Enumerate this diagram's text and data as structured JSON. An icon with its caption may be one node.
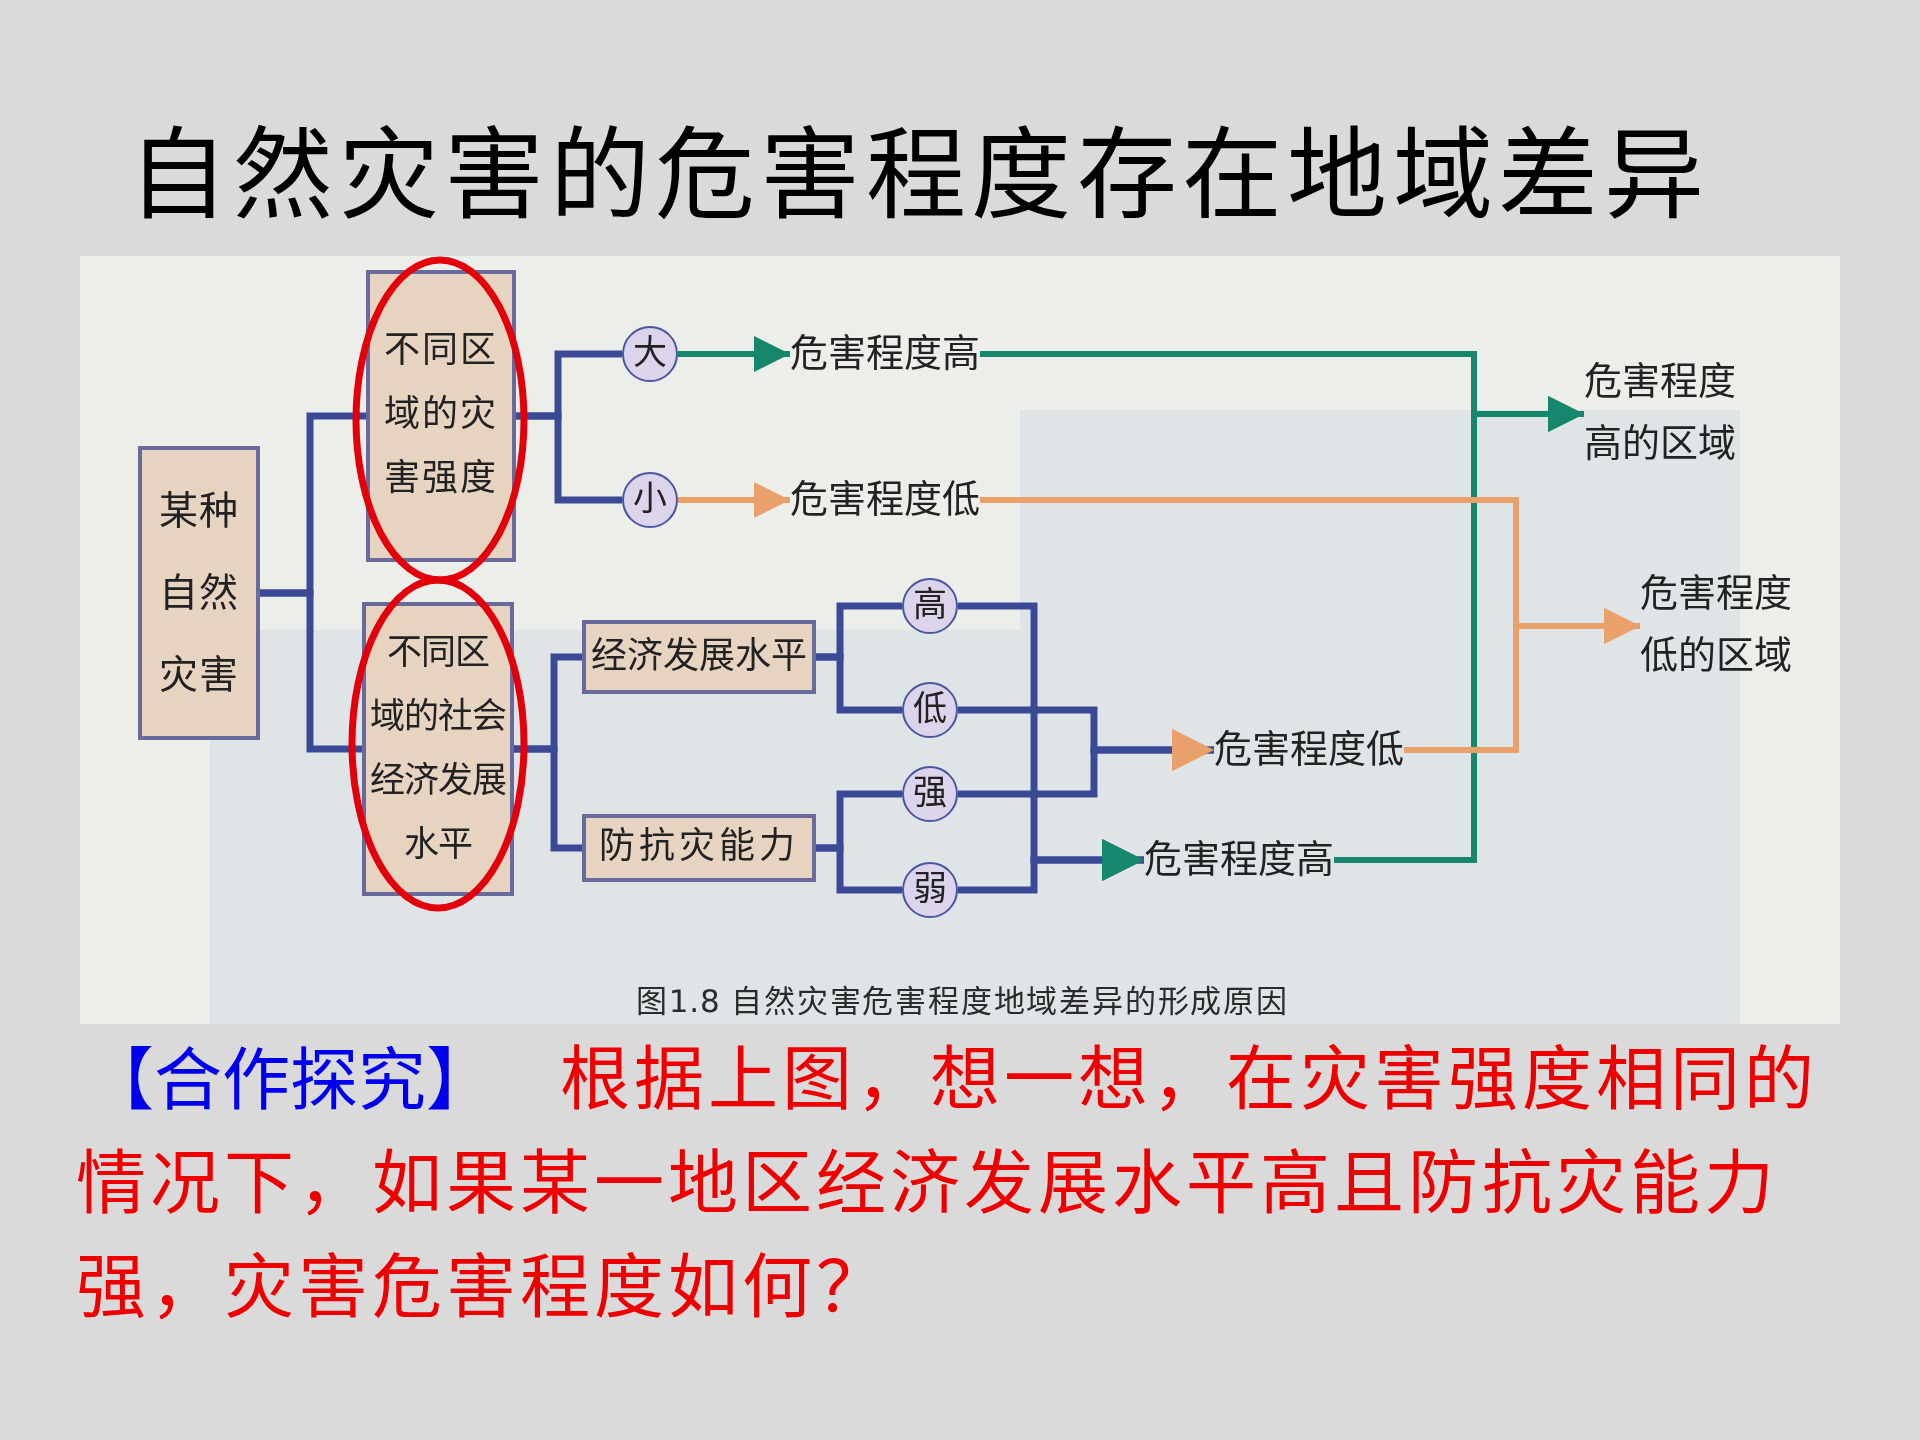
{
  "diagram": {
    "title": "自然灾害的危害程度存在地域差异",
    "caption": "图1.8 自然灾害危害程度地域差异的形成原因",
    "nodes": [
      {
        "text": [
          "某种自然灾害"
        ]
      },
      {
        "text": [
          "不同区域的灾害强度"
        ]
      },
      {
        "text": [
          "不同区域的社会经济发展水平"
        ]
      },
      {
        "text": [
          "大"
        ]
      },
      {
        "text": [
          "小"
        ]
      },
      {
        "text": [
          "危害程度高"
        ]
      },
      {
        "text": [
          "危害程度低"
        ]
      },
      {
        "text": [
          "经济发展水平"
        ]
      },
      {
        "text": [
          "防抗灾能力"
        ]
      },
      {
        "text": [
          "高"
        ]
      },
      {
        "text": [
          "低"
        ]
      },
      {
        "text": [
          "强"
        ]
      },
      {
        "text": [
          "弱"
        ]
      },
      {
        "text": [
          "危害程度低"
        ]
      },
      {
        "text": [
          "危害程度高"
        ]
      },
      {
        "text": [
          "危害程度高的区域"
        ]
      },
      {
        "text": [
          "危害程度低的区域"
        ]
      }
    ],
    "edges": [
      {
        "from": 0,
        "to": 1,
        "arrow": "none"
      },
      {
        "from": 0,
        "to": 2,
        "arrow": "none"
      },
      {
        "from": 1,
        "to": 3,
        "arrow": "none"
      },
      {
        "from": 1,
        "to": 4,
        "arrow": "none"
      },
      {
        "from": 3,
        "to": 5,
        "arrow": "to",
        "color": "#16876c"
      },
      {
        "from": 4,
        "to": 6,
        "arrow": "to",
        "color": "#e9a06b"
      },
      {
        "from": 2,
        "to": 7,
        "arrow": "none"
      },
      {
        "from": 2,
        "to": 8,
        "arrow": "none"
      },
      {
        "from": 7,
        "to": 9,
        "arrow": "none"
      },
      {
        "from": 7,
        "to": 10,
        "arrow": "none"
      },
      {
        "from": 8,
        "to": 11,
        "arrow": "none"
      },
      {
        "from": 8,
        "to": 12,
        "arrow": "none"
      },
      {
        "from": 9,
        "to": 14,
        "arrow": "to"
      },
      {
        "from": 12,
        "to": 14,
        "arrow": "to"
      },
      {
        "from": 10,
        "to": 13,
        "arrow": "to"
      },
      {
        "from": 11,
        "to": 13,
        "arrow": "to"
      },
      {
        "from": 5,
        "to": 15,
        "arrow": "to",
        "color": "#16876c"
      },
      {
        "from": 14,
        "to": 15,
        "arrow": "to",
        "color": "#16876c"
      },
      {
        "from": 6,
        "to": 16,
        "arrow": "to",
        "color": "#e9a06b"
      },
      {
        "from": 13,
        "to": 16,
        "arrow": "to",
        "color": "#e9a06b"
      }
    ],
    "labels": [
      "【合作探究】",
      "根据上图，想一想，在灾害强度相同的情况下，如果某一地区经济发展水平高且防抗灾能力强，灾害危害程度如何？"
    ]
  }
}
